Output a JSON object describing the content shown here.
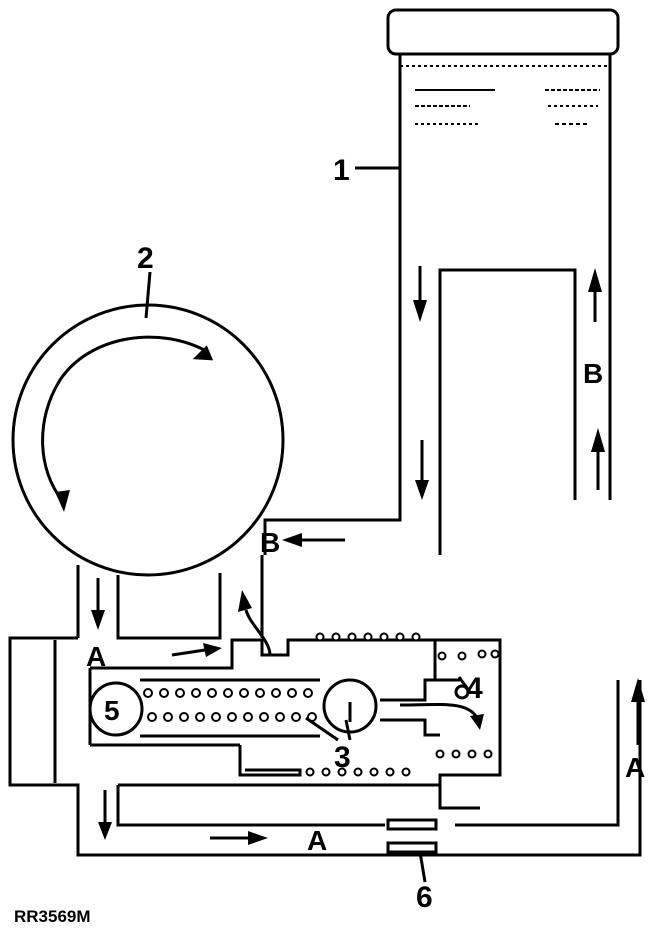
{
  "callouts": {
    "reservoir": "1",
    "pump": "2",
    "spool_spring": "3",
    "relief_ball": "4",
    "flow_valve": "5",
    "orifice": "6"
  },
  "flow_labels": {
    "b_top": "B",
    "b_mid": "B",
    "a_left": "A",
    "a_bottom": "A",
    "a_right": "A"
  },
  "figure_code": "RR3569M"
}
